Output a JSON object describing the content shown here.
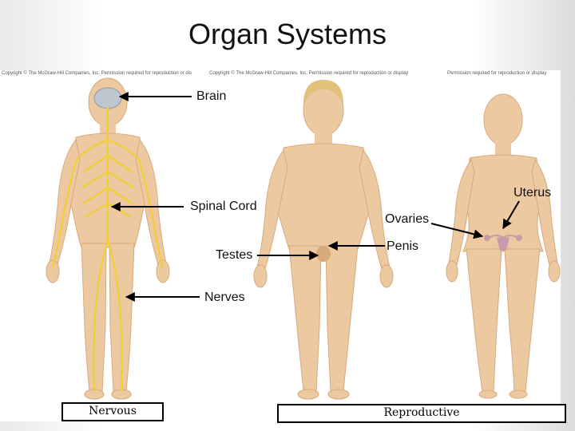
{
  "title": "Organ Systems",
  "copyright_notices": [
    "Copyright © The McGraw-Hill Companies, Inc. Permission required for reproduction or dis",
    "Copyright © The McGraw-Hill Companies, Inc. Permission required for reproduction or display",
    "Permission required for reproduction or display"
  ],
  "labels": {
    "brain": "Brain",
    "spinal_cord": "Spinal Cord",
    "testes": "Testes",
    "nerves": "Nerves",
    "ovaries": "Ovaries",
    "penis": "Penis",
    "uterus": "Uterus"
  },
  "captions": {
    "nervous": "Nervous",
    "reproductive": "Reproductive"
  },
  "colors": {
    "skin": "#ecc9a0",
    "skin_shadow": "#d9a97a",
    "nerve": "#f2cf2a",
    "brain": "#bfc6cf",
    "hair": "#e2c27a",
    "uterus": "#c99aa8"
  }
}
